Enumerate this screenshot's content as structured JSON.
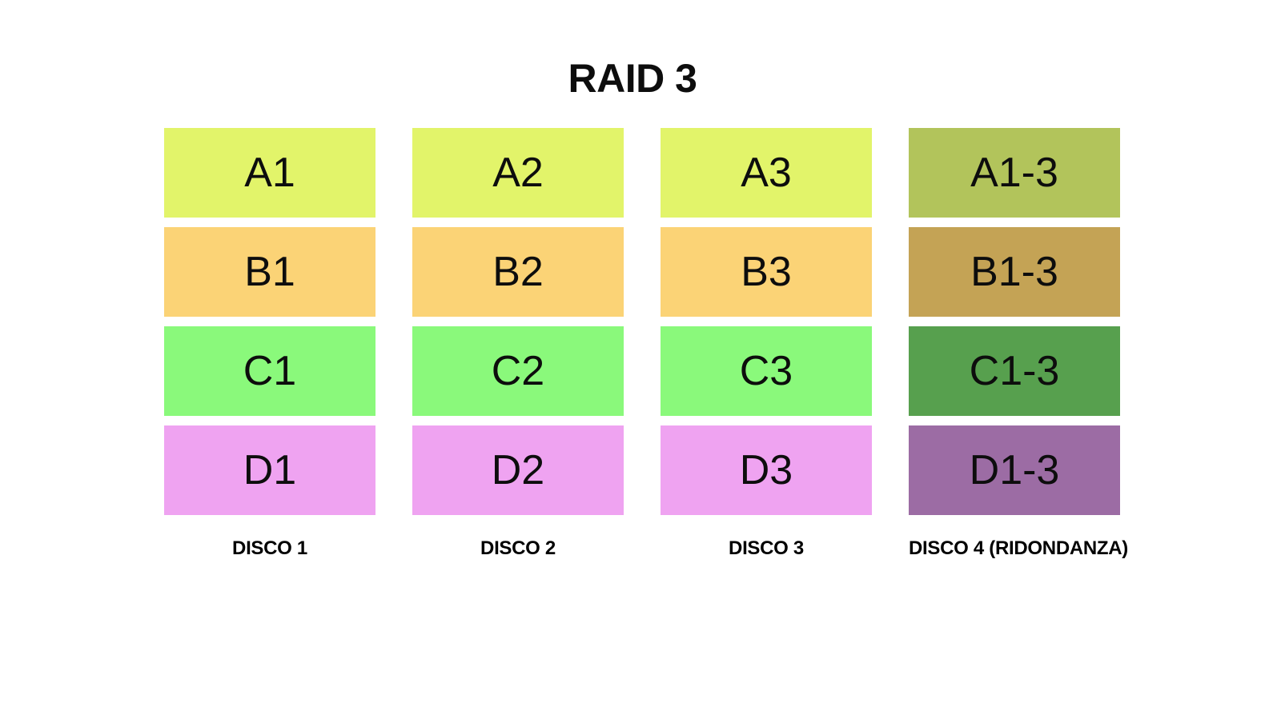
{
  "title": "RAID 3",
  "palette": {
    "stripe_a": "#E2F46A",
    "stripe_b": "#FBD376",
    "stripe_c": "#8AF97B",
    "stripe_d": "#EFA3F1",
    "parity_a": "#B2C45B",
    "parity_b": "#C4A355",
    "parity_c": "#57A04E",
    "parity_d": "#9C6CA4"
  },
  "disks": [
    {
      "label": "DISCO 1",
      "blocks": [
        {
          "text": "A1",
          "color": "stripe_a"
        },
        {
          "text": "B1",
          "color": "stripe_b"
        },
        {
          "text": "C1",
          "color": "stripe_c"
        },
        {
          "text": "D1",
          "color": "stripe_d"
        }
      ]
    },
    {
      "label": "DISCO 2",
      "blocks": [
        {
          "text": "A2",
          "color": "stripe_a"
        },
        {
          "text": "B2",
          "color": "stripe_b"
        },
        {
          "text": "C2",
          "color": "stripe_c"
        },
        {
          "text": "D2",
          "color": "stripe_d"
        }
      ]
    },
    {
      "label": "DISCO 3",
      "blocks": [
        {
          "text": "A3",
          "color": "stripe_a"
        },
        {
          "text": "B3",
          "color": "stripe_b"
        },
        {
          "text": "C3",
          "color": "stripe_c"
        },
        {
          "text": "D3",
          "color": "stripe_d"
        }
      ]
    },
    {
      "label": "DISCO 4 (RIDONDANZA)",
      "blocks": [
        {
          "text": "A1-3",
          "color": "parity_a"
        },
        {
          "text": "B1-3",
          "color": "parity_b"
        },
        {
          "text": "C1-3",
          "color": "parity_c"
        },
        {
          "text": "D1-3",
          "color": "parity_d"
        }
      ]
    }
  ]
}
